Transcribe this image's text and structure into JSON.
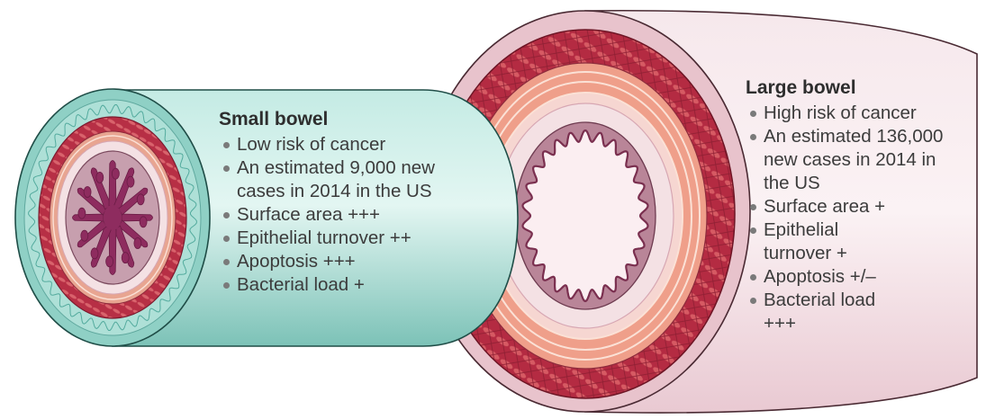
{
  "small_bowel": {
    "title": "Small bowel",
    "items": [
      "Low risk of cancer",
      "An estimated 9,000 new cases in 2014 in the US",
      "Surface area +++",
      "Epithelial turnover ++",
      "Apoptosis +++",
      "Bacterial load +"
    ]
  },
  "large_bowel": {
    "title": "Large bowel",
    "items": [
      "High risk of cancer",
      "An estimated 136,000 new cases in 2014 in the US",
      "Surface area +",
      "Epithelial turnover +",
      "Apoptosis +/–",
      "Bacterial load +++"
    ]
  },
  "colors": {
    "small_tube": "#a9dcd4",
    "small_tube_dark": "#5fa89e",
    "large_tube": "#f3e1e6",
    "muscle_red": "#b1293f",
    "submucosa_peach": "#f3b9a4",
    "mucosa_pink": "#dca2b1",
    "villi_purple": "#8b2c5e"
  }
}
